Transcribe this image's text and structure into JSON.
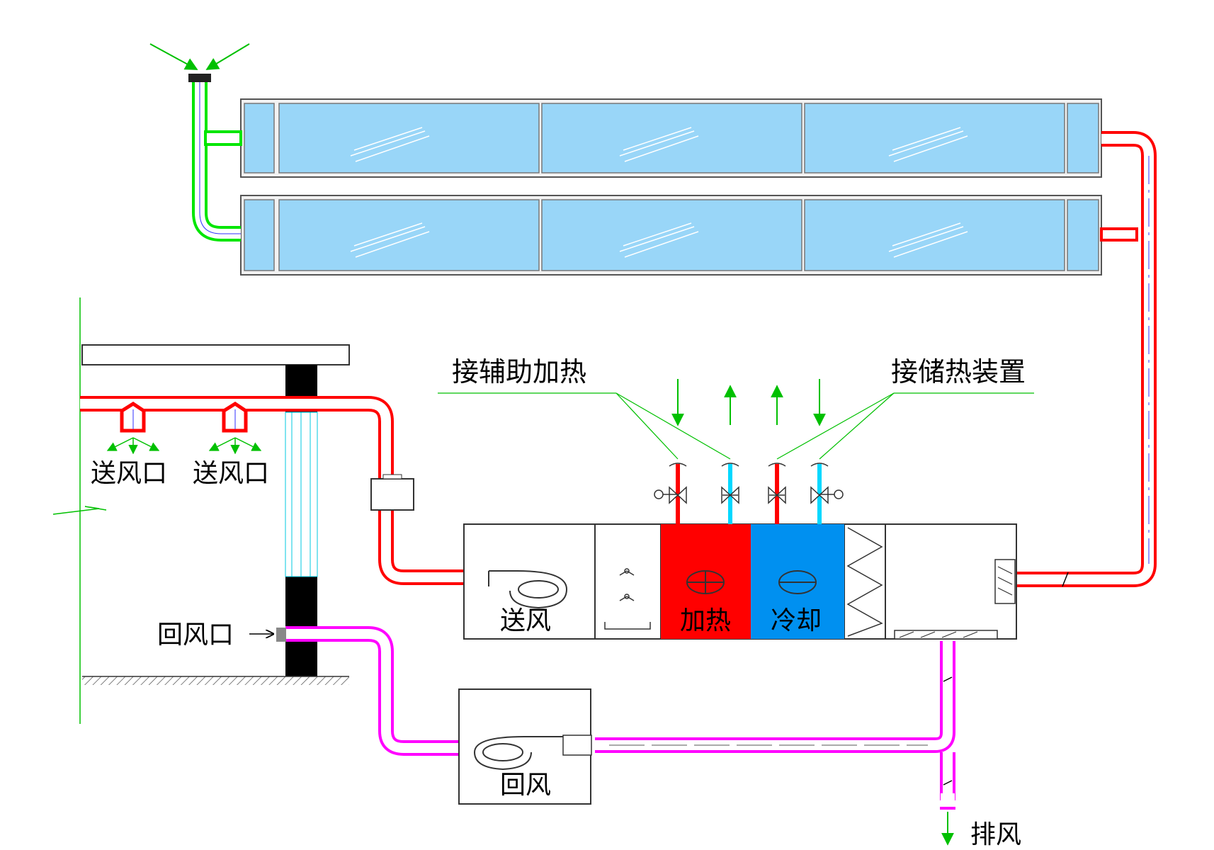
{
  "labels": {
    "supply_outlet_1": "送风口",
    "supply_outlet_2": "送风口",
    "return_inlet": "回风口",
    "aux_heating": "接辅助加热",
    "heat_storage": "接储热装置",
    "supply_fan": "送风",
    "heating": "加热",
    "cooling": "冷却",
    "return_fan": "回风",
    "exhaust": "排风"
  },
  "colors": {
    "supply_duct": "#ff0000",
    "intake_duct": "#00e600",
    "return_duct": "#ff00ff",
    "heating_coil": "#ff0000",
    "cooling_coil": "#0090f0",
    "chilled_pipe": "#00d8ff",
    "collector_glass": "#99d6f8",
    "wall": "#000000",
    "arrow": "#00c000"
  }
}
